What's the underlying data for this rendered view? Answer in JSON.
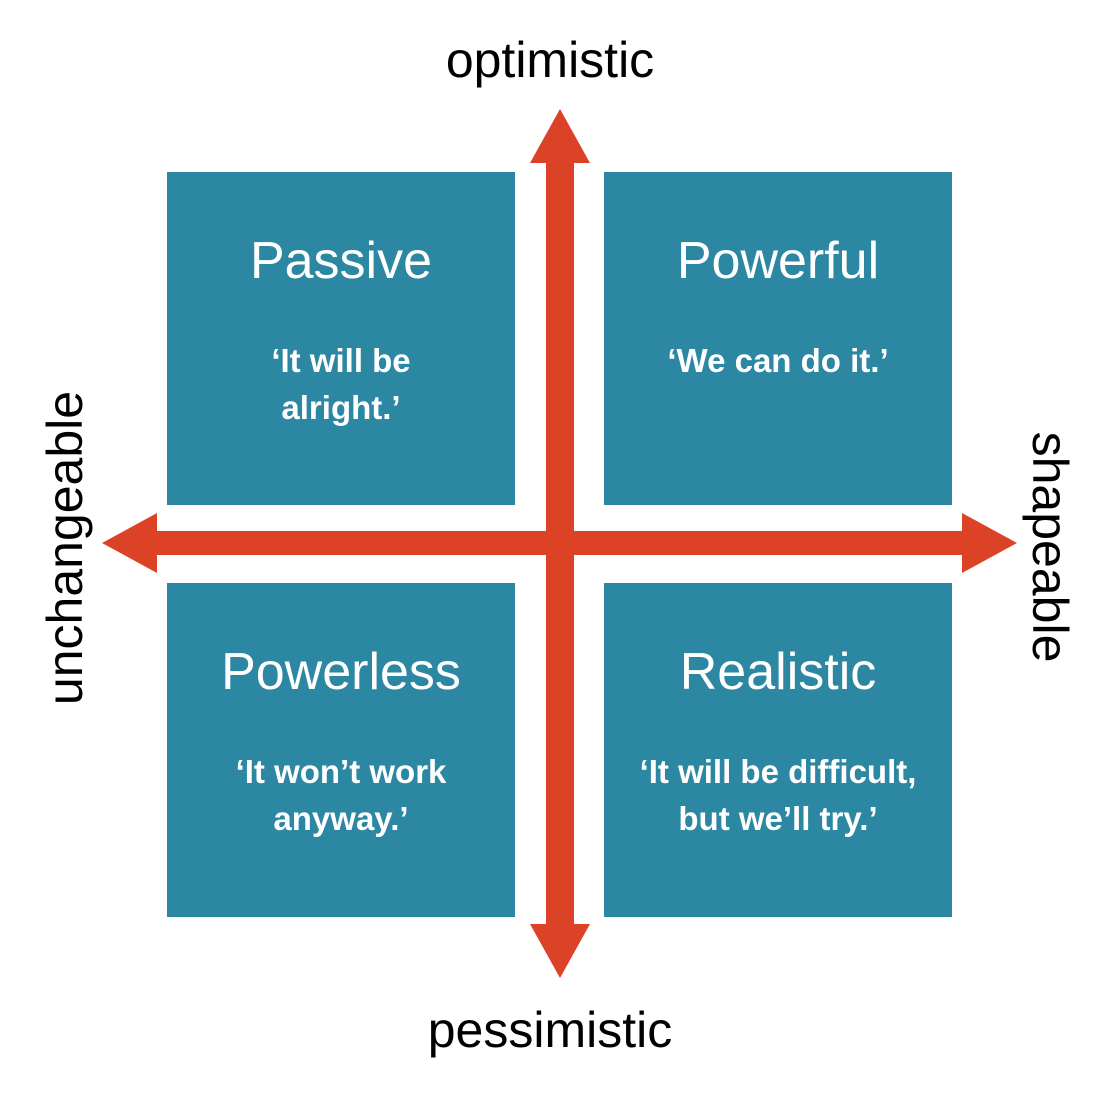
{
  "colors": {
    "quadrant_bg": "#2C87A2",
    "arrow": "#DC4226",
    "axis_text": "#000000",
    "quadrant_text": "#ffffff",
    "background": "#ffffff"
  },
  "axes": {
    "top": "optimistic",
    "bottom": "pessimistic",
    "left": "unchangeable",
    "right": "shapeable"
  },
  "quadrants": [
    {
      "position": "top-left",
      "title": "Passive",
      "quote_lines": [
        "‘It will be",
        "alright.’"
      ]
    },
    {
      "position": "top-right",
      "title": "Powerful",
      "quote_lines": [
        "‘We can do it.’"
      ]
    },
    {
      "position": "bottom-left",
      "title": "Powerless",
      "quote_lines": [
        "‘It won’t work",
        "anyway.’"
      ]
    },
    {
      "position": "bottom-right",
      "title": "Realistic",
      "quote_lines": [
        "‘It will be difficult,",
        "but we’ll try.’"
      ]
    }
  ]
}
